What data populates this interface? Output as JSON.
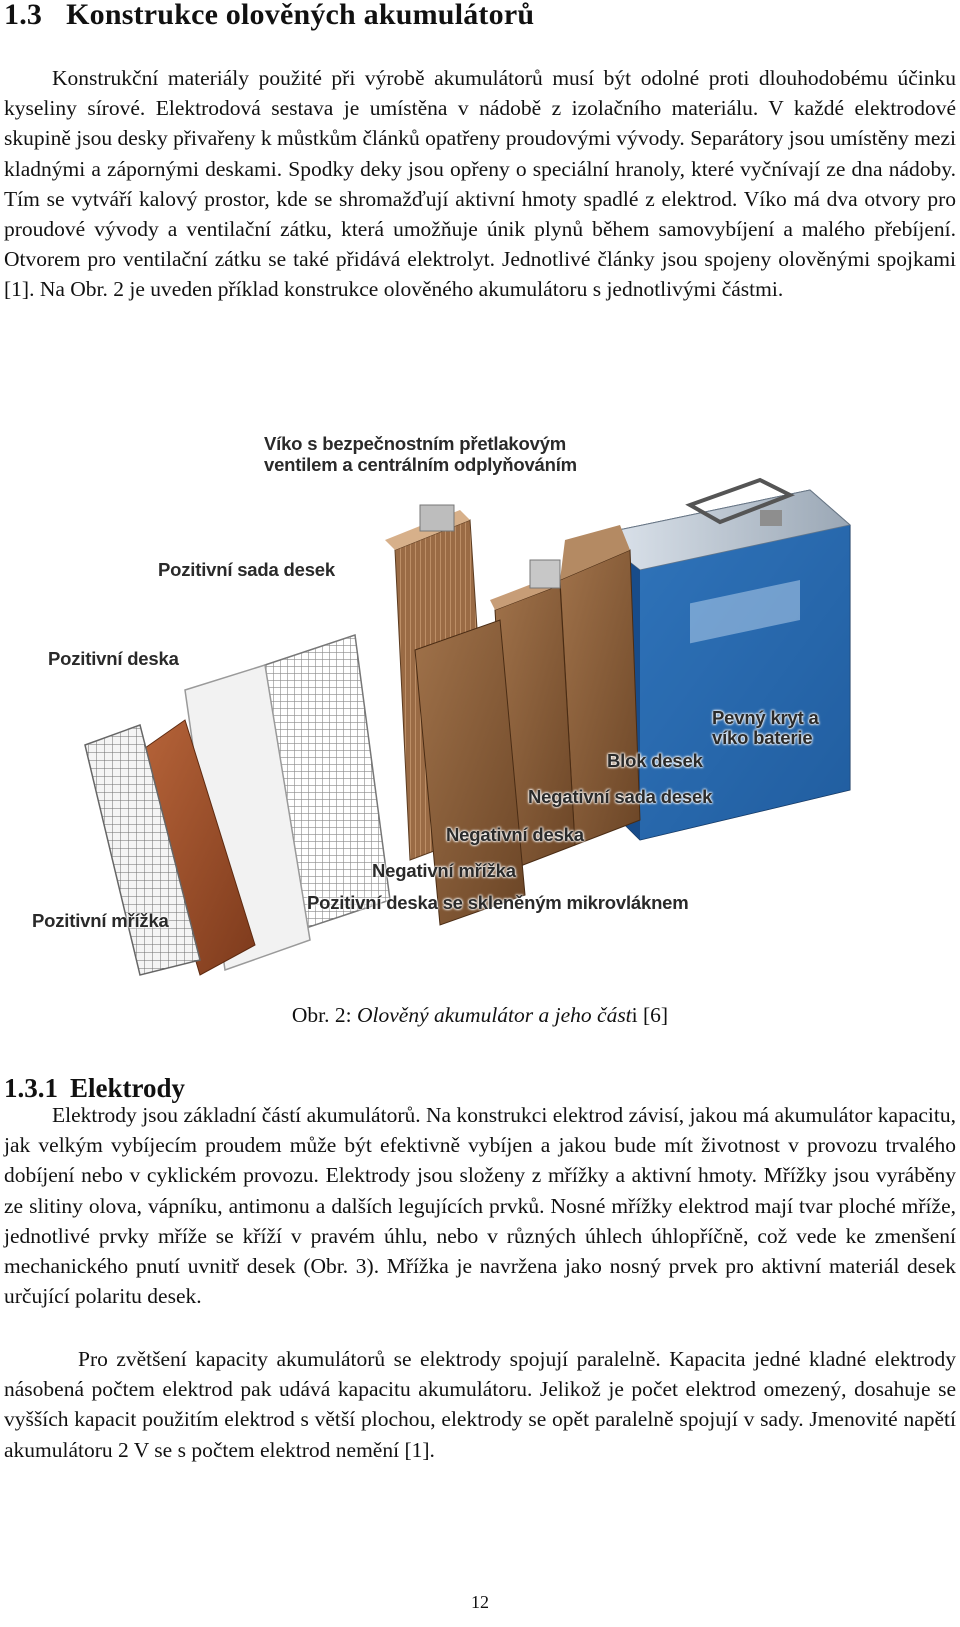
{
  "section": {
    "number": "1.3",
    "title": "Konstrukce olověných akumulátorů"
  },
  "paragraphs": {
    "intro": "Konstrukční materiály použité při výrobě akumulátorů musí být odolné proti dlouhodobému účinku kyseliny sírové. Elektrodová sestava je umístěna v nádobě z izolačního materiálu. V každé elektrodové skupině jsou desky přivařeny k můstkům článků opatřeny proudovými vývody. Separátory jsou umístěny mezi kladnými a zápornými deskami. Spodky deky jsou opřeny o speciální hranoly, které vyčnívají ze dna nádoby. Tím se vytváří kalový prostor, kde se shromažďují aktivní hmoty spadlé z elektrod. Víko má dva otvory pro proudové vývody a ventilační zátku, která umožňuje únik plynů během samovybíjení a malého přebíjení. Otvorem pro ventilační zátku se také přidává elektrolyt. Jednotlivé články jsou spojeny olověnými spojkami [1]. Na Obr. 2 je uveden příklad konstrukce olověného akumulátoru s jednotlivými částmi.",
    "electrodes_1": "Elektrody jsou základní částí akumulátorů. Na konstrukci elektrod závisí, jakou má akumulátor kapacitu, jak velkým vybíjecím proudem může být efektivně vybíjen a jakou bude mít životnost v provozu trvalého dobíjení nebo v cyklickém provozu. Elektrody jsou složeny z mřížky a aktivní hmoty. Mřížky jsou vyráběny ze slitiny olova, vápníku, antimonu a dalších legujících prvků. Nosné mřížky elektrod mají tvar ploché mříže, jednotlivé prvky mříže se kříží v pravém úhlu, nebo v různých úhlech úhlopříčně, což vede ke zmenšení mechanického pnutí uvnitř desek (Obr. 3). Mřížka je navržena jako nosný prvek pro aktivní materiál desek určující polaritu desek.",
    "electrodes_2": "Pro zvětšení kapacity akumulátorů se elektrody spojují paralelně. Kapacita jedné kladné elektrody násobená počtem elektrod pak udává kapacitu akumulátoru. Jelikož je počet elektrod omezený, dosahuje se vyšších kapacit použitím elektrod s větší plochou, elektrody se opět paralelně spojují v sady. Jmenovité napětí akumulátoru 2 V se s počtem elektrod nemění [1]."
  },
  "figure": {
    "labels": {
      "lid_line1": "Víko s bezpečnostním přetlakovým",
      "lid_line2": "ventilem a centrálním odplyňováním",
      "positive_set": "Pozitivní sada desek",
      "positive_plate": "Pozitivní deska",
      "case_line1": "Pevný kryt a",
      "case_line2": "víko baterie",
      "plate_block": "Blok desek",
      "negative_set": "Negativní sada desek",
      "negative_plate": "Negativní deska",
      "negative_grid": "Negativní mřížka",
      "positive_plate_glass": "Pozitivní deska se skleněným mikrovláknem",
      "positive_grid": "Pozitivní mřížka"
    },
    "caption": {
      "prefix": "Obr. 2:",
      "title": "Olověný akumulátor a jeho část",
      "suffix": "i [6]"
    }
  },
  "subsection": {
    "number": "1.3.1",
    "title": "Elektrody"
  },
  "page_number": "12",
  "colors": {
    "battery_blue": "#1f5fa8",
    "copper_plate": "#a0522d",
    "brown_plate": "#8b5a35",
    "grid_gray": "#8a8a8a"
  }
}
